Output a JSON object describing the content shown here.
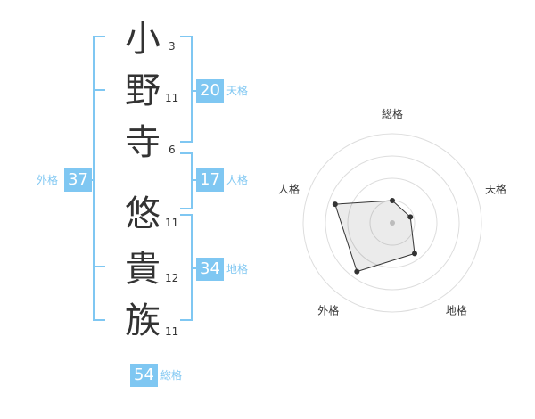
{
  "name_chars": [
    {
      "char": "小",
      "strokes": "3"
    },
    {
      "char": "野",
      "strokes": "11"
    },
    {
      "char": "寺",
      "strokes": "6"
    },
    {
      "char": "悠",
      "strokes": "11"
    },
    {
      "char": "貴",
      "strokes": "12"
    },
    {
      "char": "族",
      "strokes": "11"
    }
  ],
  "scores": {
    "tenkaku": {
      "value": "20",
      "label": "天格"
    },
    "jinkaku": {
      "value": "17",
      "label": "人格"
    },
    "chikaku": {
      "value": "34",
      "label": "地格"
    },
    "gaikaku": {
      "value": "37",
      "label": "外格"
    },
    "soukaku": {
      "value": "54",
      "label": "総格"
    }
  },
  "colors": {
    "accent": "#7fc7f2",
    "text": "#333333",
    "grid": "#dddddd"
  },
  "chart_data": {
    "type": "radar",
    "axes": [
      "総格",
      "天格",
      "地格",
      "外格",
      "人格"
    ],
    "values": [
      20,
      17,
      34,
      54,
      54
    ],
    "rings": 4,
    "max": 80
  }
}
